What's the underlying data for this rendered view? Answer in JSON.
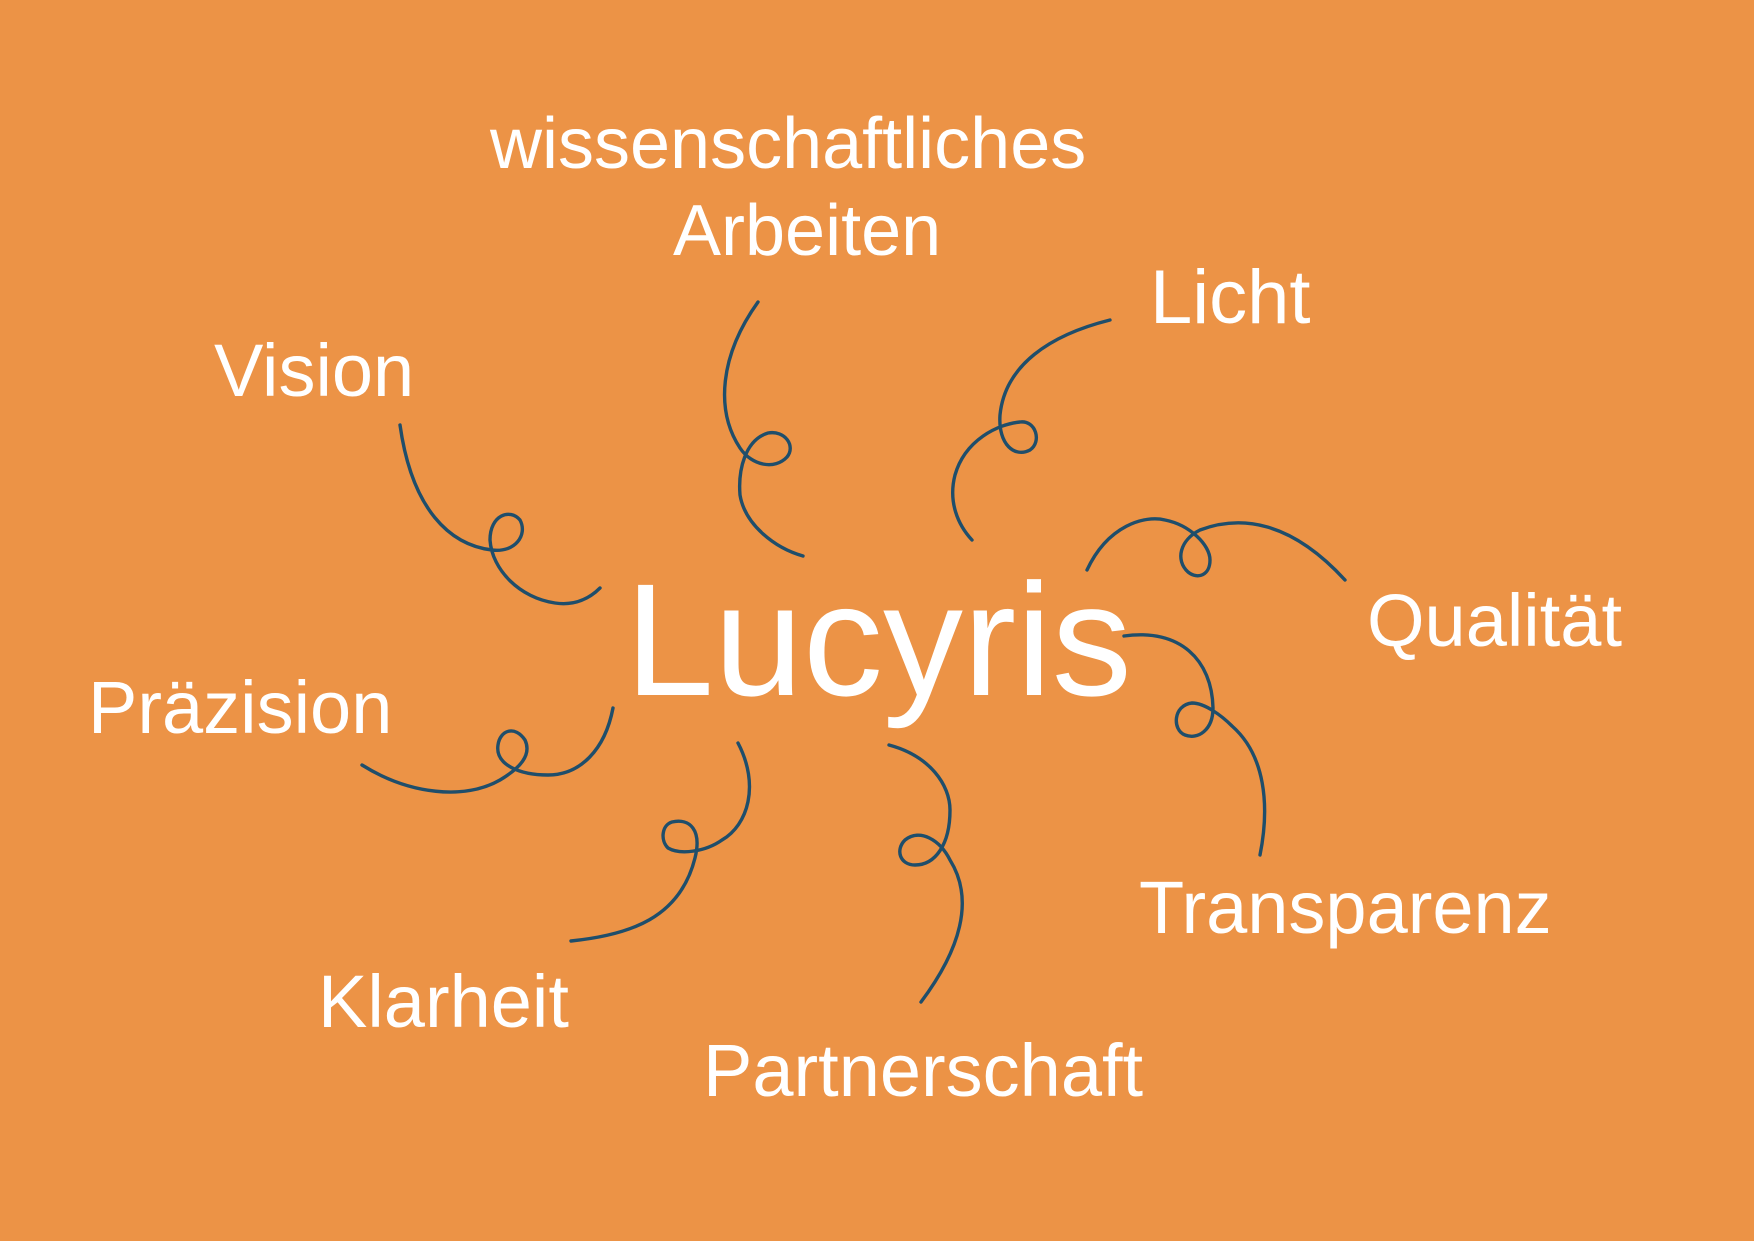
{
  "colors": {
    "background": "#EC9346",
    "text": "#FFFFFF",
    "connector": "#1F4E6B"
  },
  "center": {
    "label": "Lucyris"
  },
  "satellites": [
    {
      "id": "wissenschaftliches-arbeiten",
      "lines": [
        "wissenschaftliches",
        "Arbeiten"
      ]
    },
    {
      "id": "licht",
      "label": "Licht"
    },
    {
      "id": "vision",
      "label": "Vision"
    },
    {
      "id": "qualitaet",
      "label": "Qualität"
    },
    {
      "id": "praezision",
      "label": "Präzision"
    },
    {
      "id": "transparenz",
      "label": "Transparenz"
    },
    {
      "id": "klarheit",
      "label": "Klarheit"
    },
    {
      "id": "partnerschaft",
      "label": "Partnerschaft"
    }
  ]
}
